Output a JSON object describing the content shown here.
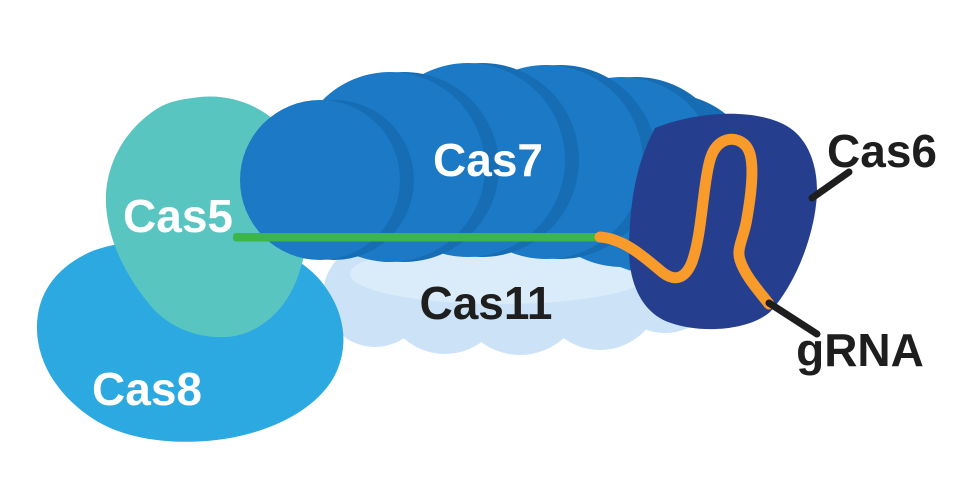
{
  "labels": {
    "cas5": "Cas5",
    "cas7": "Cas7",
    "cas8": "Cas8",
    "cas11": "Cas11",
    "cas6": "Cas6",
    "grna": "gRNA"
  },
  "colors": {
    "cas7_blue": "#1B79C5",
    "cas7_shadow": "#166DB4",
    "cas8_blue": "#2BA9E0",
    "cas5_teal": "#58C5C1",
    "cas11_pale": "#CCE3F7",
    "cas11_highlight": "#DAEBFA",
    "cas6_navy": "#253F8E",
    "crrna_green": "#3CB54A",
    "grna_orange": "#F89B2B",
    "label_dark": "#1E1E1E",
    "label_light": "#FFFFFF"
  }
}
